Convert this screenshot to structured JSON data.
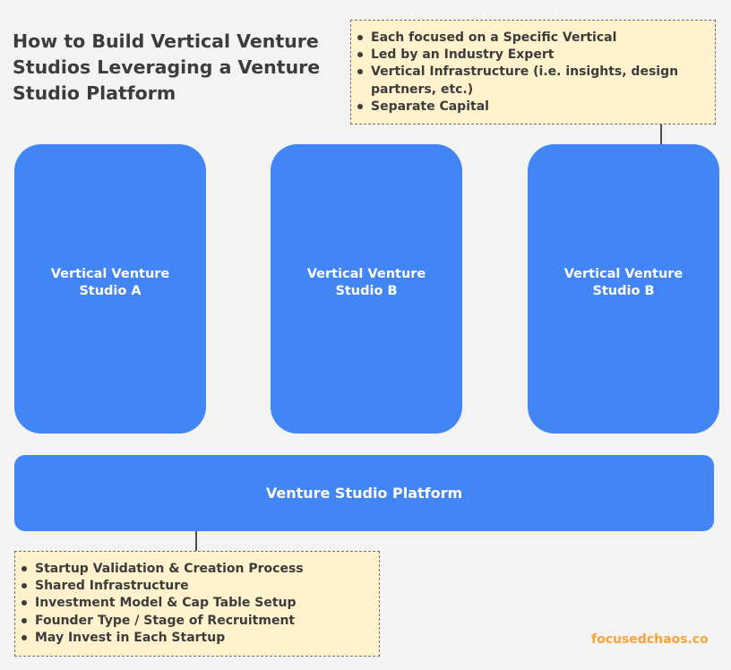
{
  "title": "How to Build Vertical Venture Studios Leveraging a Venture Studio Platform",
  "vertical_note": {
    "items": [
      "Each focused on a Specific Vertical",
      "Led by an Industry Expert",
      "Vertical Infrastructure (i.e. insights, design partners, etc.)",
      "Separate Capital"
    ]
  },
  "studios": [
    {
      "label": "Vertical Venture Studio A"
    },
    {
      "label": "Vertical Venture Studio B"
    },
    {
      "label": "Vertical Venture Studio B"
    }
  ],
  "platform": {
    "label": "Venture Studio Platform"
  },
  "platform_note": {
    "items": [
      "Startup Validation & Creation Process",
      "Shared Infrastructure",
      "Investment Model & Cap Table Setup",
      "Founder Type / Stage of Recruitment",
      "May Invest in Each Startup"
    ]
  },
  "brand": "focusedchaos.co",
  "colors": {
    "box_fill": "#4285f4",
    "note_fill": "#fff2cc",
    "brand": "#f6a33b",
    "title": "#3c3c3c"
  }
}
